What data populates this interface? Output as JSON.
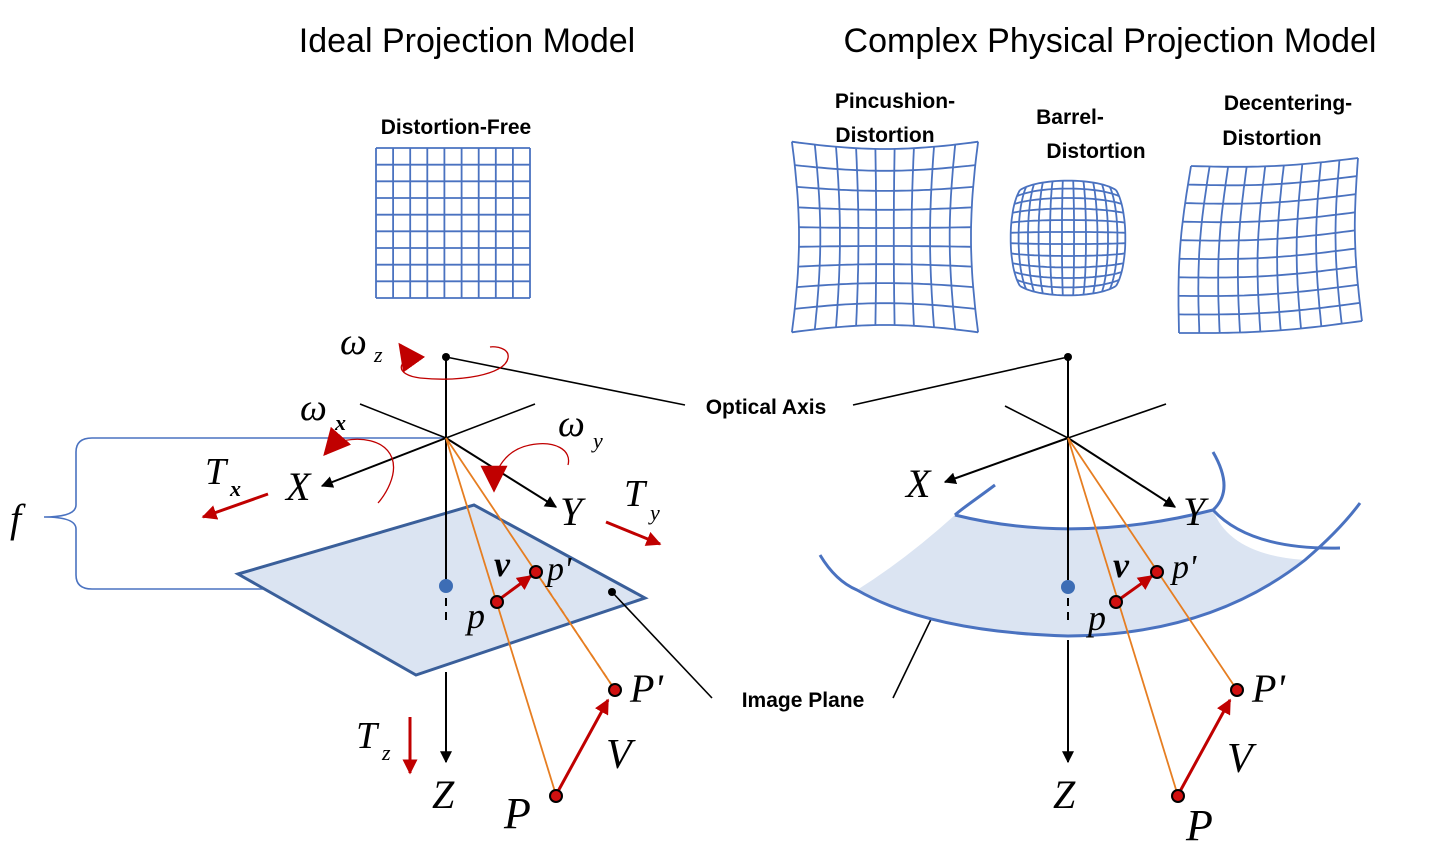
{
  "titles": {
    "left": "Ideal Projection Model",
    "right": "Complex Physical Projection Model"
  },
  "grid_labels": {
    "distortion_free": "Distortion-Free",
    "pincushion": [
      "Pincushion-",
      "Distortion"
    ],
    "barrel": [
      "Barrel-",
      "Distortion"
    ],
    "decentering": [
      "Decentering-",
      "Distortion"
    ]
  },
  "callouts": {
    "optical_axis": "Optical Axis",
    "image_plane": "Image Plane"
  },
  "symbols": {
    "omega": "ω",
    "sub_x": "x",
    "sub_y": "y",
    "sub_z": "z",
    "T": "T",
    "X": "X",
    "Y": "Y",
    "Z": "Z",
    "f": "f",
    "v": "v",
    "p": "p",
    "p_prime": "p'",
    "P": "P",
    "P_prime": "P'",
    "V": "V"
  },
  "colors": {
    "grid": "#4a72c0",
    "plane_fill": "#dbe4f2",
    "plane_stroke": "#3a5f9a",
    "ray": "#e67e22",
    "motion": "#c00000",
    "point_fill": "#d01010",
    "principal_point": "#3d6db5"
  }
}
